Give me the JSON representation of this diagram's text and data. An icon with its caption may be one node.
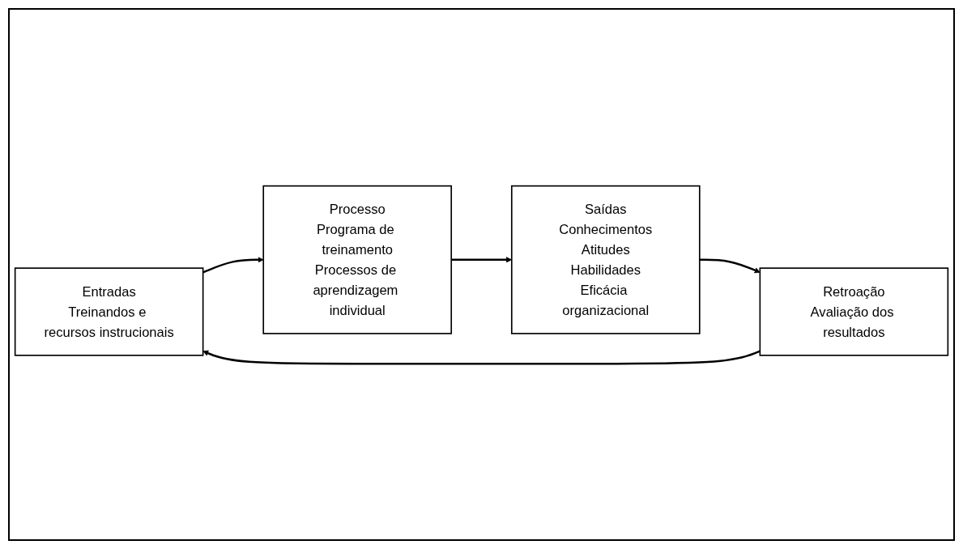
{
  "diagram": {
    "nodes": [
      {
        "text": [
          "Entradas",
          "Treinandos e recursos instrucionais"
        ]
      },
      {
        "text": [
          "Processo",
          "Programa de treinamento",
          "Processos de aprendizagem individual"
        ]
      },
      {
        "text": [
          "Saídas",
          "Conhecimentos",
          "Atitudes",
          "Habilidades",
          "Eficácia organizacional"
        ]
      },
      {
        "text": [
          "Retroação",
          "Avaliação dos resultados"
        ]
      }
    ],
    "edges": [
      {
        "from": 0,
        "to": 1,
        "arrow": "to"
      },
      {
        "from": 1,
        "to": 2,
        "arrow": "to"
      },
      {
        "from": 2,
        "to": 3,
        "arrow": "to"
      },
      {
        "from": 3,
        "to": 0,
        "arrow": "to"
      }
    ]
  }
}
